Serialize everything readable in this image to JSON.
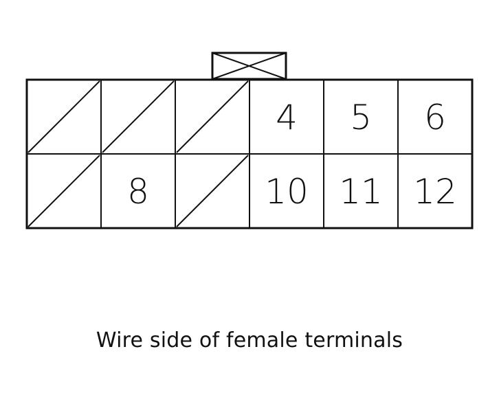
{
  "caption": "Wire side of female terminals",
  "connector": {
    "rows": [
      [
        {
          "label": "",
          "empty": true
        },
        {
          "label": "",
          "empty": true
        },
        {
          "label": "",
          "empty": true
        },
        {
          "label": "4",
          "empty": false
        },
        {
          "label": "5",
          "empty": false
        },
        {
          "label": "6",
          "empty": false
        }
      ],
      [
        {
          "label": "",
          "empty": true
        },
        {
          "label": "8",
          "empty": false
        },
        {
          "label": "",
          "empty": true
        },
        {
          "label": "10",
          "empty": false
        },
        {
          "label": "11",
          "empty": false
        },
        {
          "label": "12",
          "empty": false
        }
      ]
    ]
  },
  "colors": {
    "line": "#111111",
    "background": "#ffffff"
  }
}
